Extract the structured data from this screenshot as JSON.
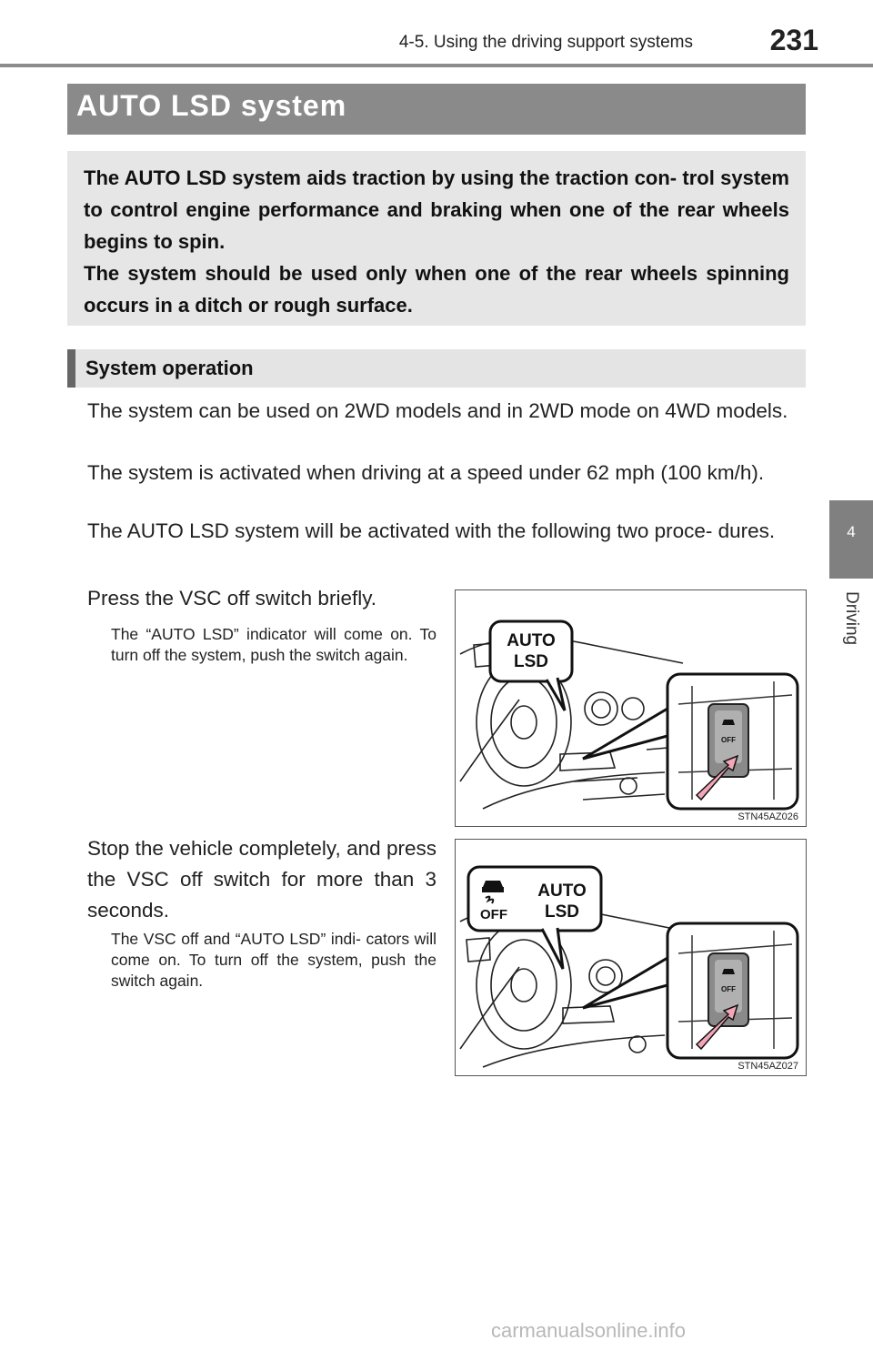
{
  "header": {
    "section": "4-5. Using the driving support systems",
    "page_number": "231"
  },
  "side_tab": {
    "chapter_number": "4",
    "chapter_label": "Driving"
  },
  "title": "AUTO LSD system",
  "intro": {
    "paragraph1": "The AUTO LSD system aids traction by using the traction con- trol system to control engine performance and braking when one of the rear wheels begins to spin.",
    "paragraph2": "The system should be used only when one of the rear wheels spinning occurs in a ditch or rough surface."
  },
  "section_heading": "System operation",
  "body": {
    "p1": "The system can be used on 2WD models and in 2WD mode on 4WD models.",
    "p2": "The system is activated when driving at a speed under 62 mph (100 km/h).",
    "p3": "The AUTO LSD system will be activated with the following two proce- dures."
  },
  "steps": [
    {
      "instruction": "Press the VSC off switch briefly.",
      "note": "The “AUTO LSD” indicator will come on. To turn off the system, push the switch again.",
      "figure": {
        "callout_line1": "AUTO",
        "callout_line2": "LSD",
        "switch_label": "OFF",
        "code": "STN45AZ026"
      }
    },
    {
      "instruction": "Stop the vehicle completely, and press the VSC off switch for more than 3 seconds.",
      "note": "The VSC off and “AUTO LSD” indi- cators will come on. To turn off the system, push the switch again.",
      "figure": {
        "callout_icon_label": "OFF",
        "callout_line1": "AUTO",
        "callout_line2": "LSD",
        "switch_label": "OFF",
        "code": "STN45AZ027"
      }
    }
  ],
  "watermark": "carmanualsonline.info",
  "colors": {
    "title_bar": "#8a8a8a",
    "intro_box": "#e6e6e6",
    "arrow": "#f4a6b8"
  }
}
